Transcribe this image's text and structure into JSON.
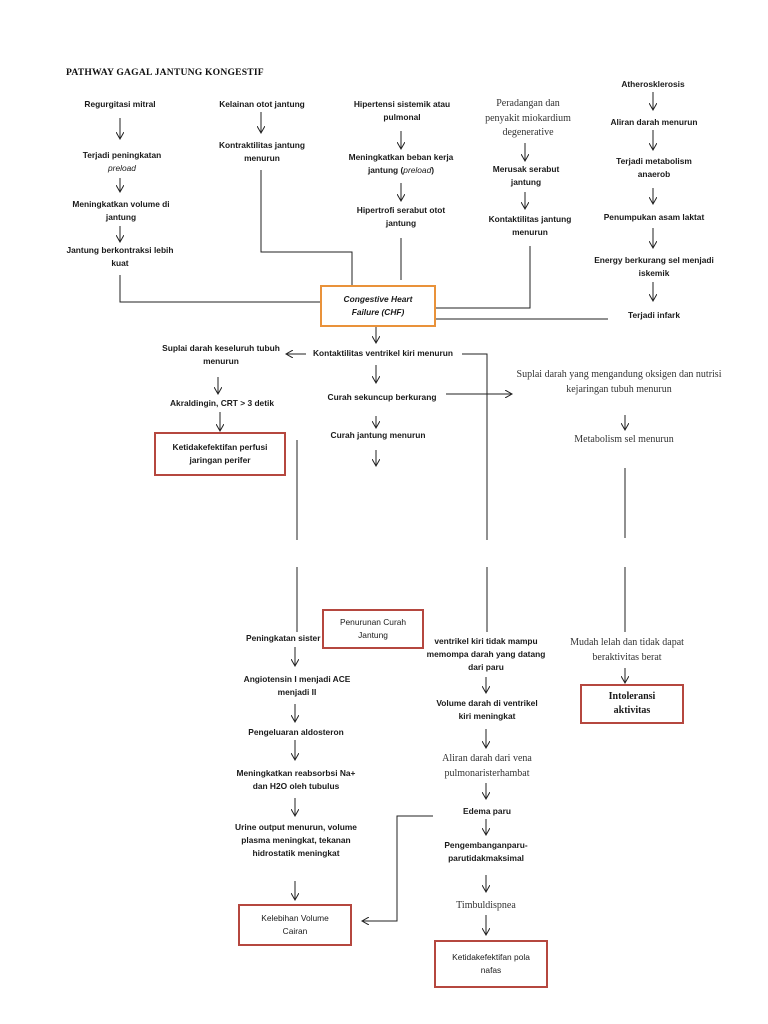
{
  "title": "PATHWAY GAGAL JANTUNG KONGESTIF",
  "col1": {
    "n1": "Regurgitasi mitral",
    "n2a": "Terjadi peningkatan",
    "n2b": "preload",
    "n3": "Meningkatkan volume di jantung",
    "n4": "Jantung berkontraksi lebih kuat"
  },
  "col2": {
    "n1": "Kelainan otot jantung",
    "n2": "Kontraktilitas jantung menurun"
  },
  "col3": {
    "n1": "Hipertensi sistemik atau pulmonal",
    "n2a": "Meningkatkan beban kerja jantung (",
    "n2b": "preload",
    "n2c": ")",
    "n3": "Hipertrofi serabut otot jantung"
  },
  "col4": {
    "n1": "Peradangan dan penyakit miokardium degenerative",
    "n2": "Merusak serabut jantung",
    "n3": "Kontaktilitas jantung menurun"
  },
  "col5": {
    "n1": "Atherosklerosis",
    "n2": "Aliran darah menurun",
    "n3": "Terjadi metabolism anaerob",
    "n4": "Penumpukan asam laktat",
    "n5": "Energy berkurang sel menjadi iskemik",
    "n6": "Terjadi infark"
  },
  "center": {
    "chf": "Congestive Heart Failure (CHF)",
    "n1": "Kontaktilitas ventrikel kiri menurun",
    "n2": "Curah sekuncup berkurang",
    "n3": "Curah jantung menurun",
    "penurunan": "Penurunan Curah Jantung"
  },
  "left": {
    "n1": "Suplai darah keseluruh tubuh menurun",
    "n2": "Akraldingin, CRT > 3 detik",
    "box": "Ketidakefektifan perfusi jaringan perifer"
  },
  "right": {
    "n1": "Suplai darah yang mengandung oksigen dan nutrisi kejaringan tubuh menurun",
    "n2": "Metabolism sel menurun",
    "n3": "Mudah lelah dan tidak dapat beraktivitas berat",
    "box": "Intoleransi aktivitas"
  },
  "ren": {
    "n1": "Peningkatan sister",
    "n2": "Angiotensin I menjadi ACE menjadi II",
    "n3": "Pengeluaran aldosteron",
    "n4": "Meningkatkan reabsorbsi Na+ dan H2O oleh tubulus",
    "n5": "Urine output menurun, volume plasma meningkat, tekanan hidrostatik meningkat",
    "box": "Kelebihan Volume Cairan"
  },
  "lung": {
    "n1": "ventrikel kiri tidak mampu memompa darah yang datang dari paru",
    "n2": "Volume darah di ventrikel kiri meningkat",
    "n3": "Aliran darah dari vena pulmonaristerhambat",
    "n4": "Edema paru",
    "n5": "Pengembanganparu-parutidakmaksimal",
    "n6": "Timbuldispnea",
    "box": "Ketidakefektifan pola nafas"
  }
}
